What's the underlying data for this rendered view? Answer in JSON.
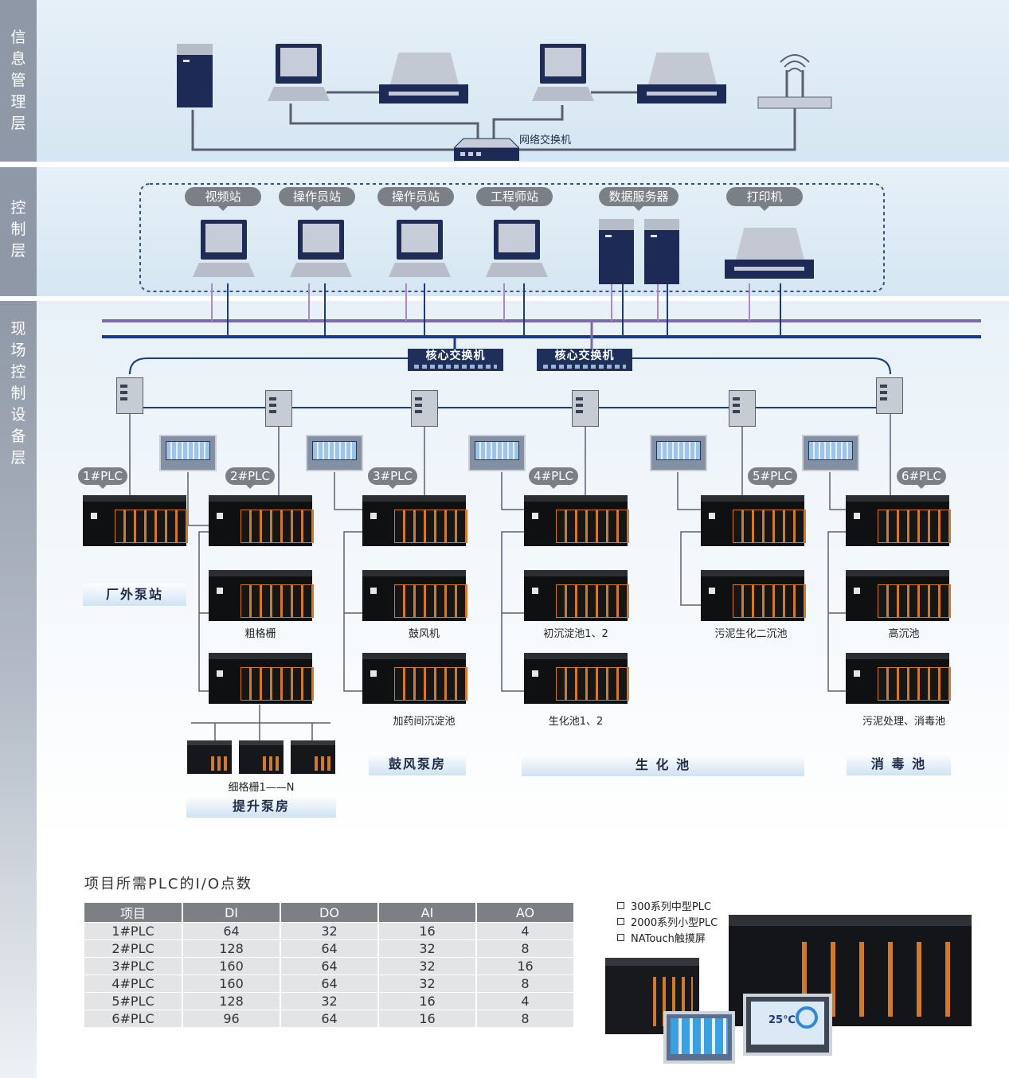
{
  "layers": {
    "info": [
      "信",
      "息",
      "管",
      "理",
      "层"
    ],
    "control": [
      "控",
      "制",
      "层"
    ],
    "field": [
      "现",
      "场",
      "控",
      "制",
      "设",
      "备",
      "层"
    ]
  },
  "info_layer": {
    "switch_label": "网络交换机"
  },
  "control_layer": {
    "stations": [
      "视频站",
      "操作员站",
      "操作员站",
      "工程师站",
      "数据服务器",
      "打印机"
    ]
  },
  "core_switches": [
    "核心交换机",
    "核心交换机"
  ],
  "plcs": [
    "1#PLC",
    "2#PLC",
    "3#PLC",
    "4#PLC",
    "5#PLC",
    "6#PLC"
  ],
  "captions": {
    "c1": "粗格栅",
    "c2": "鼓风机",
    "c3": "初沉淀池1、2",
    "c4": "污泥生化二沉池",
    "c5": "高沉池",
    "c6": "加药间沉淀池",
    "c7": "生化池1、2",
    "c8": "污泥处理、消毒池",
    "c9": "细格栅1——N"
  },
  "areas": {
    "a1": "厂外泵站",
    "a2": "提升泵房",
    "a3": "鼓风泵房",
    "a4": "生 化 池",
    "a5": "消 毒 池"
  },
  "table": {
    "title": "项目所需PLC的I/O点数",
    "headers": [
      "项目",
      "DI",
      "DO",
      "AI",
      "AO"
    ],
    "rows": [
      [
        "1#PLC",
        "64",
        "32",
        "16",
        "4"
      ],
      [
        "2#PLC",
        "128",
        "64",
        "32",
        "8"
      ],
      [
        "3#PLC",
        "160",
        "64",
        "32",
        "16"
      ],
      [
        "4#PLC",
        "160",
        "64",
        "32",
        "8"
      ],
      [
        "5#PLC",
        "128",
        "32",
        "16",
        "4"
      ],
      [
        "6#PLC",
        "96",
        "64",
        "16",
        "8"
      ]
    ]
  },
  "products": [
    "300系列中型PLC",
    "2000系列小型PLC",
    "NATouch触摸屏"
  ],
  "hmi_display": {
    "temperature": "25℃"
  },
  "colors": {
    "bus_blue": "#1a3a8a",
    "bus_purple": "#7d6aa8",
    "layer_label": "#8f98a6",
    "plc_orange": "#d27a2b"
  }
}
